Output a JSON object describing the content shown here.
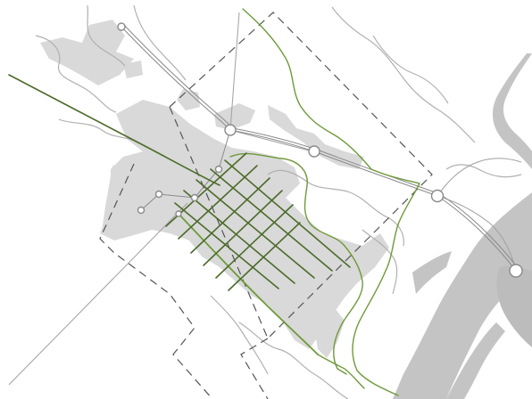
{
  "map": {
    "colors": {
      "background": "#ffffff",
      "urban_fill": "#d9d9d9",
      "water_fill": "#c4c4c4",
      "stream": "#b0b0b0",
      "road": "#a0a0a0",
      "rail": "#8a8a8a",
      "boundary_dashed": "#555555",
      "green_network": "#6e9a3a",
      "green_dark": "#4c6b2a",
      "node_fill": "#ffffff",
      "node_stroke": "#8a8a8a"
    },
    "layers": [
      "urban-areas",
      "river",
      "streams",
      "roads",
      "railway",
      "boundaries",
      "green-corridors",
      "stations"
    ]
  }
}
